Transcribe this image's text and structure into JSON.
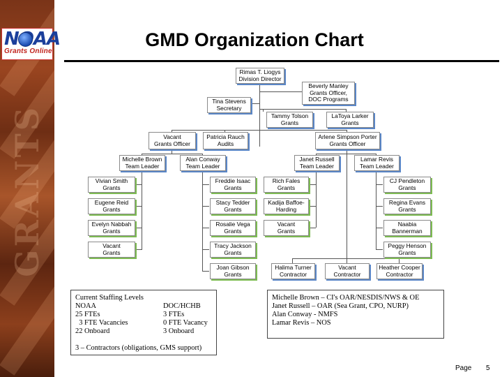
{
  "slide": {
    "title": "GMD Organization Chart",
    "footer_label": "Page",
    "page_number": "5",
    "logo": {
      "noaa": "NOAA",
      "tagline": "Grants Online"
    }
  },
  "org": {
    "director": {
      "name": "Rimas T. Liogys",
      "role": "Division Director"
    },
    "manley": {
      "name": "Beverly Manley",
      "role1": "Grants Officer,",
      "role2": "DOC Programs"
    },
    "stevens": {
      "name": "Tina Stevens",
      "role": "Secretary"
    },
    "tolson": {
      "name": "Tammy Tolson",
      "role": "Grants"
    },
    "larker": {
      "name": "LaToya Larker",
      "role": "Grants"
    },
    "vacant_go": {
      "name": "Vacant",
      "role": "Grants Officer"
    },
    "rauch": {
      "name": "Patricia Rauch",
      "role": "Audits"
    },
    "porter": {
      "name": "Arlene Simpson Porter",
      "role": "Grants Officer"
    },
    "brown": {
      "name": "Michelle Brown",
      "role": "Team Leader"
    },
    "conway": {
      "name": "Alan Conway",
      "role": "Team Leader"
    },
    "russell": {
      "name": "Janet Russell",
      "role": "Team Leader"
    },
    "revis": {
      "name": "Lamar Revis",
      "role": "Team Leader"
    },
    "col1": [
      {
        "name": "Vivian Smith",
        "role": "Grants"
      },
      {
        "name": "Eugene Reid",
        "role": "Grants"
      },
      {
        "name": "Evelyn Nabbah",
        "role": "Grants"
      },
      {
        "name": "Vacant",
        "role": "Grants"
      }
    ],
    "col2": [
      {
        "name": "Freddie Isaac",
        "role": "Grants"
      },
      {
        "name": "Stacy Tedder",
        "role": "Grants"
      },
      {
        "name": "Rosalie Vega",
        "role": "Grants"
      },
      {
        "name": "Tracy Jackson",
        "role": "Grants"
      },
      {
        "name": "Joan Gibson",
        "role": "Grants"
      }
    ],
    "col3": [
      {
        "name": "Rich Fales",
        "role": "Grants"
      },
      {
        "name": "Kadija Baffoe-",
        "role": "Harding"
      },
      {
        "name": "Vacant",
        "role": "Grants"
      }
    ],
    "col4": [
      {
        "name": "CJ Pendleton",
        "role": "Grants"
      },
      {
        "name": "Regina Evans",
        "role": "Grants"
      },
      {
        "name": "Naabia",
        "role": "Bannerman"
      },
      {
        "name": "Peggy Henson",
        "role": "Grants"
      }
    ],
    "contractors": [
      {
        "name": "Halima Turner",
        "role": "Contractor"
      },
      {
        "name": "Vacant",
        "role": "Contractor"
      },
      {
        "name": "Heather Cooper",
        "role": "Contractor"
      }
    ]
  },
  "staffing": {
    "heading": "Current Staffing Levels",
    "noaa_label": "NOAA",
    "doc_label": "DOC/HCHB",
    "rows": [
      {
        "left": "25 FTEs",
        "right": "3 FTEs"
      },
      {
        "left": "  3 FTE Vacancies",
        "right": "0 FTE Vacancy"
      },
      {
        "left": "22 Onboard",
        "right": "3 Onboard"
      }
    ],
    "contractors_note": "3 – Contractors (obligations, GMS support)"
  },
  "assignments": [
    "Michelle Brown – CI's OAR/NESDIS/NWS & OE",
    "Janet Russell – OAR (Sea Grant, CPO, NURP)",
    "Alan Conway - NMFS",
    "Lamar Revis – NOS"
  ],
  "colors": {
    "blue_shadow": "#5a86c7",
    "green_shadow": "#7dbb52",
    "title": "#000000"
  }
}
